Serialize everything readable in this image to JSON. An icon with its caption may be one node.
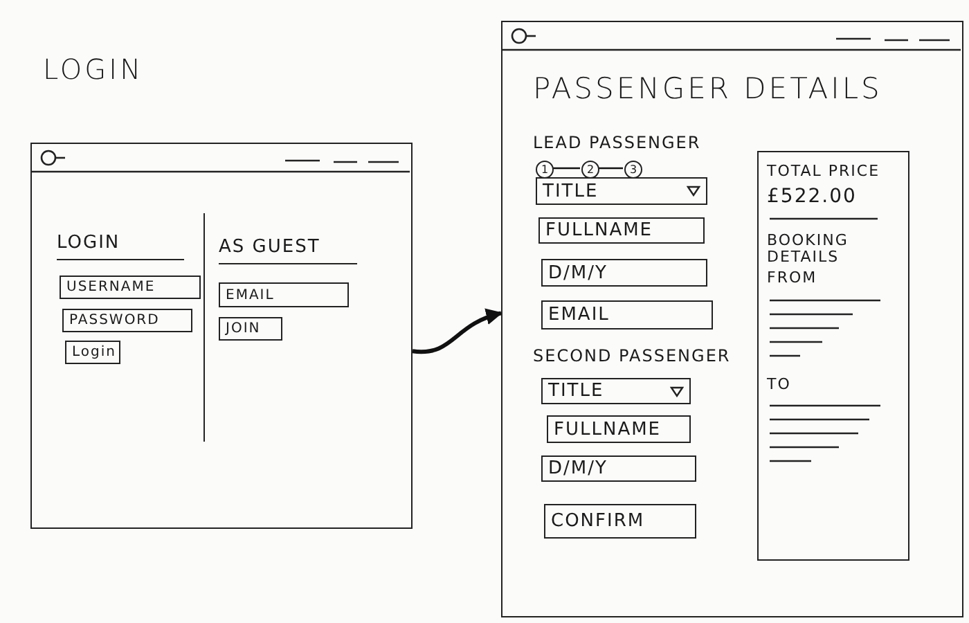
{
  "diagram": {
    "nodes": [
      {
        "text": [
          "LOGIN"
        ]
      },
      {
        "text": [
          "USERNAME"
        ],
        "in": 0
      },
      {
        "text": [
          "PASSWORD"
        ],
        "in": 0
      },
      {
        "text": [
          "Login"
        ],
        "in": 0
      },
      {
        "text": [
          "EMAIL"
        ],
        "in": 0
      },
      {
        "text": [
          "JOIN"
        ],
        "in": 0
      },
      {
        "text": [
          "PASSENGER DETAILS"
        ]
      },
      {
        "text": [
          "1"
        ],
        "in": 6
      },
      {
        "text": [
          "2"
        ],
        "in": 6
      },
      {
        "text": [
          "3"
        ],
        "in": 6
      },
      {
        "text": [
          "TITLE"
        ],
        "in": 6
      },
      {
        "text": [
          "FULLNAME"
        ],
        "in": 6
      },
      {
        "text": [
          "D/M/Y"
        ],
        "in": 6
      },
      {
        "text": [
          "EMAIL"
        ],
        "in": 6
      },
      {
        "text": [
          "TITLE"
        ],
        "in": 6
      },
      {
        "text": [
          "FULLNAME"
        ],
        "in": 6
      },
      {
        "text": [
          "D/M/Y"
        ],
        "in": 6
      },
      {
        "text": [
          "CONFIRM"
        ],
        "in": 6
      },
      {
        "text": [
          "TOTAL PRICE",
          "£522.00",
          "BOOKING DETAILS",
          "FROM",
          "TO"
        ],
        "in": 6
      }
    ],
    "edges": [
      {
        "from": 0,
        "to": 6,
        "arrow": "to",
        "style": "thick"
      },
      {
        "from": 7,
        "to": 8,
        "arrow": "none"
      },
      {
        "from": 8,
        "to": 9,
        "arrow": "none"
      }
    ],
    "labels": [
      "LOGIN",
      "AS GUEST",
      "LEAD PASSENGER",
      "SECOND PASSENGER"
    ]
  }
}
